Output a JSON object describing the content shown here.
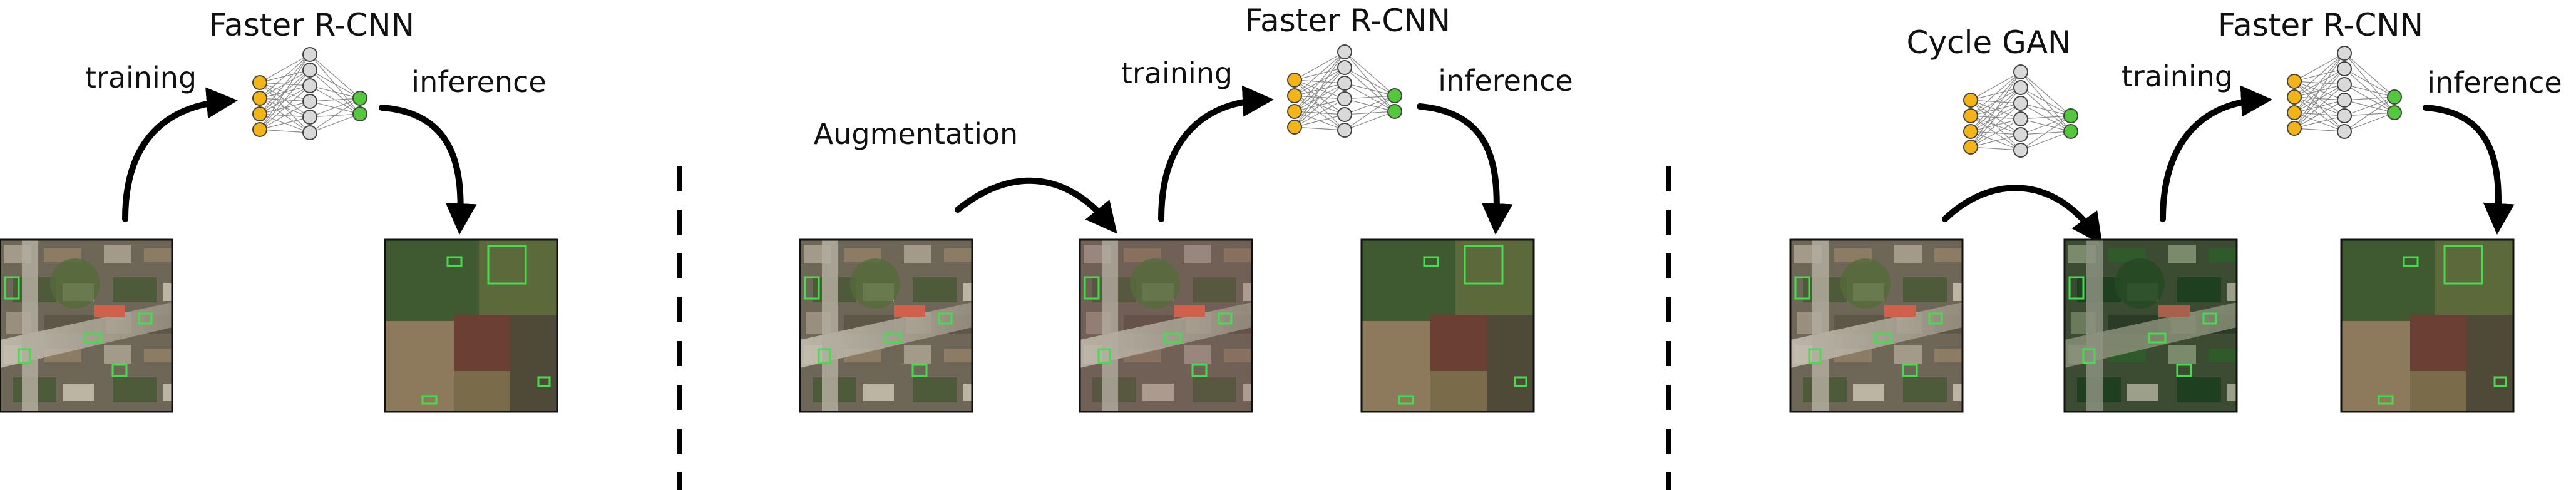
{
  "panels": [
    {
      "model_label": "Faster R-CNN",
      "training_label": "training",
      "inference_label": "inference"
    },
    {
      "augmentation_label": "Augmentation",
      "model_label": "Faster R-CNN",
      "training_label": "training",
      "inference_label": "inference"
    },
    {
      "gan_label": "Cycle GAN",
      "model_label": "Faster R-CNN",
      "training_label": "training",
      "inference_label": "inference"
    }
  ],
  "colors": {
    "input_node": "#f5b416",
    "hidden_node": "#d9d9d9",
    "output_node": "#52c93a",
    "detection_box": "#41e04a",
    "urban_image": "#6e6757",
    "rural_image": "#5b5a3c"
  },
  "icons": {
    "network": "neural-network-icon",
    "arrow": "curved-arrow"
  }
}
